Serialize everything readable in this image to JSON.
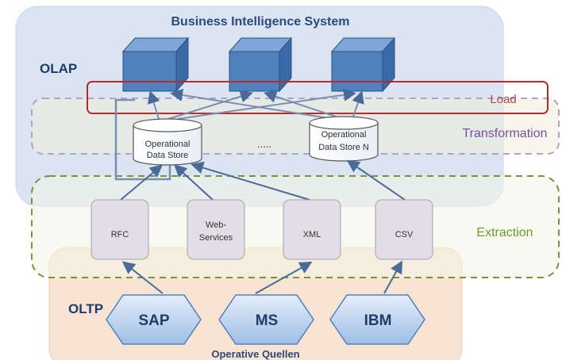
{
  "bi_system": {
    "title": "Business Intelligence System"
  },
  "layers": {
    "olap": "OLAP",
    "oltp": "OLTP",
    "load": "Load",
    "transformation": "Transformation",
    "extraction": "Extraction"
  },
  "data_stores": [
    {
      "line1": "Operational",
      "line2": "Data Store"
    },
    {
      "line1": "Operational",
      "line2": "Data Store N"
    }
  ],
  "ellipsis": ".....",
  "extractors": [
    {
      "line1": "RFC",
      "line2": ""
    },
    {
      "line1": "Web-",
      "line2": "Services"
    },
    {
      "line1": "XML",
      "line2": ""
    },
    {
      "line1": "CSV",
      "line2": ""
    }
  ],
  "sources": [
    "SAP",
    "MS",
    "IBM"
  ],
  "operative_sources": "Operative Quellen",
  "colors": {
    "olap_region": "#dbe5f1",
    "oltp_region": "#f9e3d3",
    "cube": "#4f81bd",
    "load_box": "#c0272d",
    "transformation_border": "#b3a2c7",
    "extraction_border": "#77933c",
    "hexagon": "#c6d9f1"
  }
}
